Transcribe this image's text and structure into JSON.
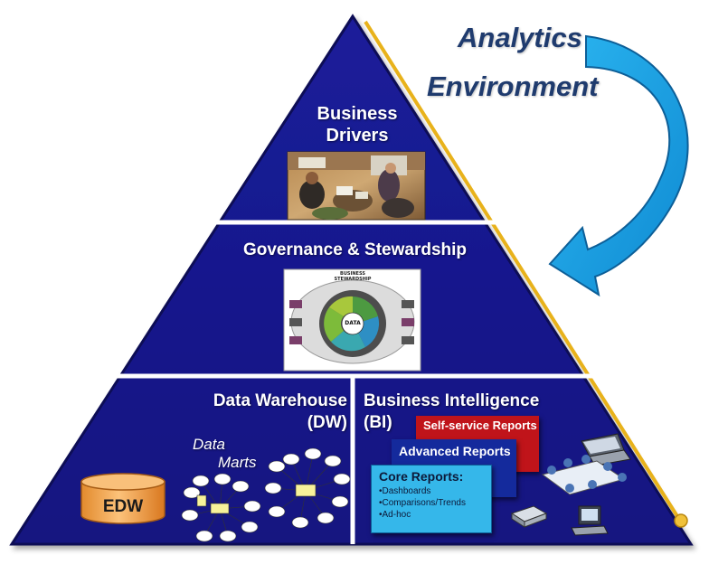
{
  "environment": {
    "title_line1": "Analytics",
    "title_line2": "Environment"
  },
  "tiers": {
    "business_drivers": {
      "line1": "Business",
      "line2": "Drivers"
    },
    "governance": {
      "title": "Governance & Stewardship",
      "diagram": {
        "heading_line1": "BUSINESS",
        "heading_line2": "STEWARDSHIP",
        "center": "DATA"
      }
    },
    "data_warehouse": {
      "title_line1": "Data Warehouse",
      "title_line2": "(DW)",
      "marts_line1": "Data",
      "marts_line2": "Marts",
      "edw_label": "EDW"
    },
    "business_intelligence": {
      "title_line1": "Business Intelligence",
      "title_line2": "(BI)",
      "self_service": "Self-service Reports",
      "advanced": "Advanced Reports",
      "core_title": "Core Reports:",
      "core_items": [
        "Dashboards",
        "Comparisons/Trends",
        "Ad-hoc"
      ]
    }
  },
  "colors": {
    "pyramid_fill": "#16178c",
    "pyramid_edge": "#0a0b55",
    "divider": "#ffffff",
    "gold_line": "#e8b21b",
    "arrow_fill": "#1aa3e6",
    "arrow_edge": "#0d5f98",
    "title_text": "#1f3b6e",
    "self_service_bg": "#c0141a",
    "advanced_bg": "#142a9c",
    "core_bg": "#35b7ea",
    "edw_fill": "#f7a650"
  },
  "icons": {
    "photo": "people-office-photo",
    "edw": "database-cylinder-icon",
    "laptop": "laptop-icon",
    "desktop": "desktop-computer-icon",
    "printer": "printer-icon",
    "group": "people-at-table-icon"
  }
}
